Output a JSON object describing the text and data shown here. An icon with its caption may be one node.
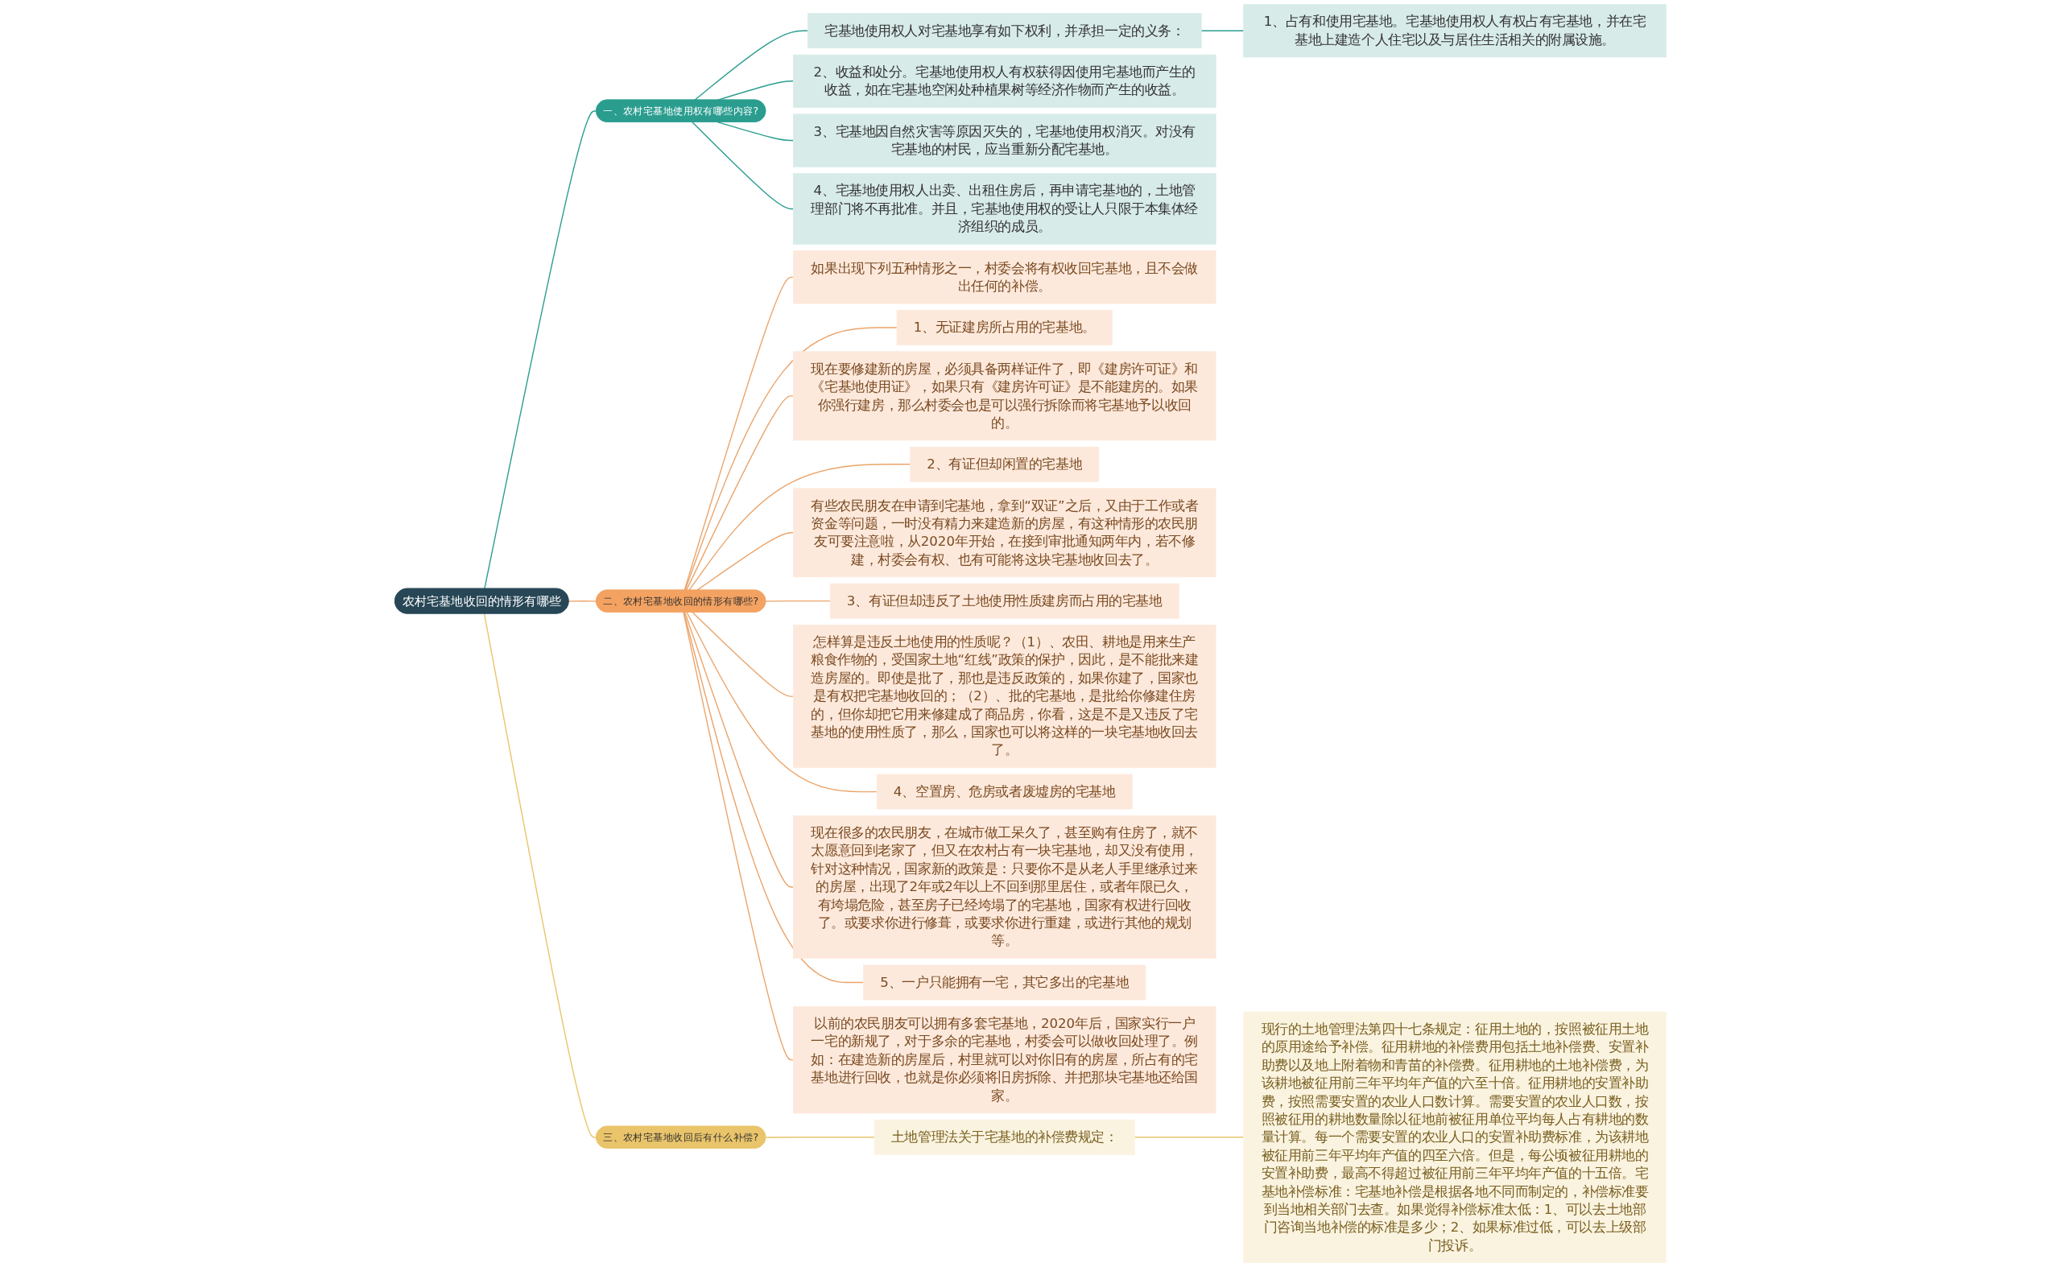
{
  "diagram": {
    "nodes": [
      {
        "text": [
          "农村宅基地收回的情形有哪些"
        ]
      },
      {
        "text": [
          "一、农村宅基地使用权有哪些内容?"
        ]
      },
      {
        "text": [
          "宅基地使用权人对宅基地享有如下权利，并承担一定的义务："
        ]
      },
      {
        "text": [
          "1、占有和使用宅基地。宅基地使用权人有权占有宅基地，并在宅基地上建造个人住宅以及与居住生活相关的附属设施。"
        ]
      },
      {
        "text": [
          "2、收益和处分。宅基地使用权人有权获得因使用宅基地而产生的收益，如在宅基地空闲处种植果树等经济作物而产生的收益。"
        ]
      },
      {
        "text": [
          "3、宅基地因自然灾害等原因灭失的，宅基地使用权消灭。对没有宅基地的村民，应当重新分配宅基地。"
        ]
      },
      {
        "text": [
          "4、宅基地使用权人出卖、出租住房后，再申请宅基地的，土地管理部门将不再批准。并且，宅基地使用权的受让人只限于本集体经济组织的成员。"
        ]
      },
      {
        "text": [
          "二、农村宅基地收回的情形有哪些?"
        ]
      },
      {
        "text": [
          "如果出现下列五种情形之一，村委会将有权收回宅基地，且不会做出任何的补偿。"
        ]
      },
      {
        "text": [
          "1、无证建房所占用的宅基地。"
        ]
      },
      {
        "text": [
          "现在要修建新的房屋，必须具备两样证件了，即《建房许可证》和《宅基地使用证》，如果只有《建房许可证》是不能建房的。如果你强行建房，那么村委会也是可以强行拆除而将宅基地予以收回的。"
        ]
      },
      {
        "text": [
          "2、有证但却闲置的宅基地"
        ]
      },
      {
        "text": [
          "有些农民朋友在申请到宅基地，拿到“双证”之后，又由于工作或者资金等问题，一时没有精力来建造新的房屋，有这种情形的农民朋友可要注意啦，从2020年开始，在接到审批通知两年内，若不修建，村委会有权、也有可能将这块宅基地收回去了。"
        ]
      },
      {
        "text": [
          "3、有证但却违反了土地使用性质建房而占用的宅基地"
        ]
      },
      {
        "text": [
          "怎样算是违反土地使用的性质呢？（1）、农田、耕地是用来生产粮食作物的，受国家土地“红线”政策的保护，因此，是不能批来建造房屋的。即使是批了，那也是违反政策的，如果你建了，国家也是有权把宅基地收回的；（2）、批的宅基地，是批给你修建住房的，但你却把它用来修建成了商品房，你看，这是不是又违反了宅基地的使用性质了，那么，国家也可以将这样的一块宅基地收回去了。"
        ]
      },
      {
        "text": [
          "4、空置房、危房或者废墟房的宅基地"
        ]
      },
      {
        "text": [
          "现在很多的农民朋友，在城市做工呆久了，甚至购有住房了，就不太愿意回到老家了，但又在农村占有一块宅基地，却又没有使用，针对这种情况，国家新的政策是：只要你不是从老人手里继承过来的房屋，出现了2年或2年以上不回到那里居住，或者年限已久，有垮塌危险，甚至房子已经垮塌了的宅基地，国家有权进行回收了。或要求你进行修葺，或要求你进行重建，或进行其他的规划等。"
        ]
      },
      {
        "text": [
          "5、一户只能拥有一宅，其它多出的宅基地"
        ]
      },
      {
        "text": [
          "以前的农民朋友可以拥有多套宅基地，2020年后，国家实行一户一宅的新规了，对于多余的宅基地，村委会可以做收回处理了。例如：在建造新的房屋后，村里就可以对你旧有的房屋，所占有的宅基地进行回收，也就是你必须将旧房拆除、并把那块宅基地还给国家。"
        ]
      },
      {
        "text": [
          "三、农村宅基地收回后有什么补偿?"
        ]
      },
      {
        "text": [
          "土地管理法关于宅基地的补偿费规定："
        ]
      },
      {
        "text": [
          "现行的土地管理法第四十七条规定：征用土地的，按照被征用土地的原用途给予补偿。征用耕地的补偿费用包括土地补偿费、安置补助费以及地上附着物和青苗的补偿费。征用耕地的土地补偿费，为该耕地被征用前三年平均年产值的六至十倍。征用耕地的安置补助费，按照需要安置的农业人口数计算。需要安置的农业人口数，按照被征用的耕地数量除以征地前被征用单位平均每人占有耕地的数量计算。每一个需要安置的农业人口的安置补助费标准，为该耕地被征用前三年平均年产值的四至六倍。但是，每公顷被征用耕地的安置补助费，最高不得超过被征用前三年平均年产值的十五倍。宅基地补偿标准：宅基地补偿是根据各地不同而制定的，补偿标准要到当地相关部门去查。如果觉得补偿标准太低：1、可以去土地部门咨询当地补偿的标准是多少；2、如果标准过低，可以去上级部门投诉。"
        ]
      }
    ],
    "edges": [
      {
        "from": 0,
        "to": 1,
        "arrow": "none",
        "color": "#2a9d8f"
      },
      {
        "from": 1,
        "to": 2,
        "arrow": "none",
        "color": "#2a9d8f"
      },
      {
        "from": 2,
        "to": 3,
        "arrow": "none",
        "color": "#2a9d8f"
      },
      {
        "from": 1,
        "to": 4,
        "arrow": "none",
        "color": "#2a9d8f"
      },
      {
        "from": 1,
        "to": 5,
        "arrow": "none",
        "color": "#2a9d8f"
      },
      {
        "from": 1,
        "to": 6,
        "arrow": "none",
        "color": "#2a9d8f"
      },
      {
        "from": 0,
        "to": 7,
        "arrow": "none"
      },
      {
        "from": 7,
        "to": 8,
        "arrow": "none"
      },
      {
        "from": 7,
        "to": 9,
        "arrow": "none"
      },
      {
        "from": 7,
        "to": 10,
        "arrow": "none"
      },
      {
        "from": 7,
        "to": 11,
        "arrow": "none"
      },
      {
        "from": 7,
        "to": 12,
        "arrow": "none"
      },
      {
        "from": 7,
        "to": 13,
        "arrow": "none"
      },
      {
        "from": 7,
        "to": 14,
        "arrow": "none"
      },
      {
        "from": 7,
        "to": 15,
        "arrow": "none"
      },
      {
        "from": 7,
        "to": 16,
        "arrow": "none"
      },
      {
        "from": 7,
        "to": 17,
        "arrow": "none"
      },
      {
        "from": 7,
        "to": 18,
        "arrow": "none"
      },
      {
        "from": 0,
        "to": 19,
        "arrow": "none",
        "color": "#e9c46a"
      },
      {
        "from": 19,
        "to": 20,
        "arrow": "none",
        "color": "#e9c46a"
      },
      {
        "from": 20,
        "to": 21,
        "arrow": "none",
        "color": "#e9c46a"
      }
    ]
  }
}
